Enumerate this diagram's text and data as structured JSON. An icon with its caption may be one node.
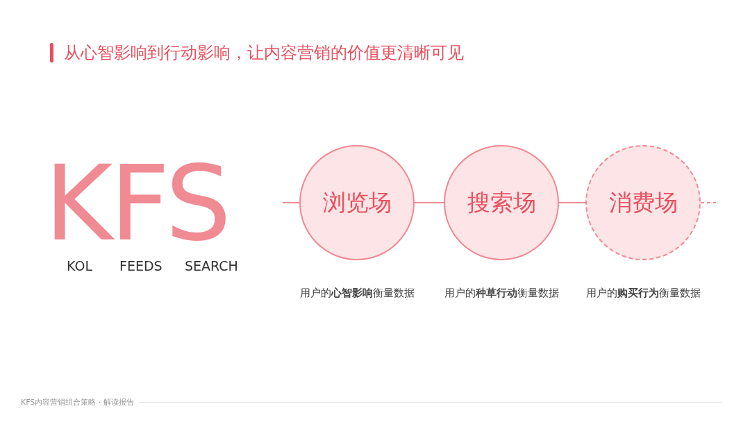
{
  "diagram": {
    "title": "从心智影响到行动影响，让内容营销的价值更清晰可见",
    "nodes": [
      {
        "text": [
          "浏览场"
        ],
        "beside": [
          "用户的**心智影响**衡量数据"
        ]
      },
      {
        "text": [
          "搜索场"
        ],
        "beside": [
          "用户的**种草行动**衡量数据"
        ]
      },
      {
        "text": [
          "消费场"
        ],
        "beside": [
          "用户的**购买行为**衡量数据"
        ]
      }
    ],
    "edges": [
      {
        "from": null,
        "to": 0,
        "arrow": "none"
      },
      {
        "from": 0,
        "to": 1,
        "arrow": "none"
      },
      {
        "from": 1,
        "to": 2,
        "arrow": "none"
      },
      {
        "from": 2,
        "to": null,
        "arrow": "none",
        "style": "dashed"
      }
    ],
    "labels": [
      "KFS",
      "KOL",
      "FEEDS",
      "SEARCH",
      "KFS内容营销组合策略 · 解读报告"
    ]
  }
}
